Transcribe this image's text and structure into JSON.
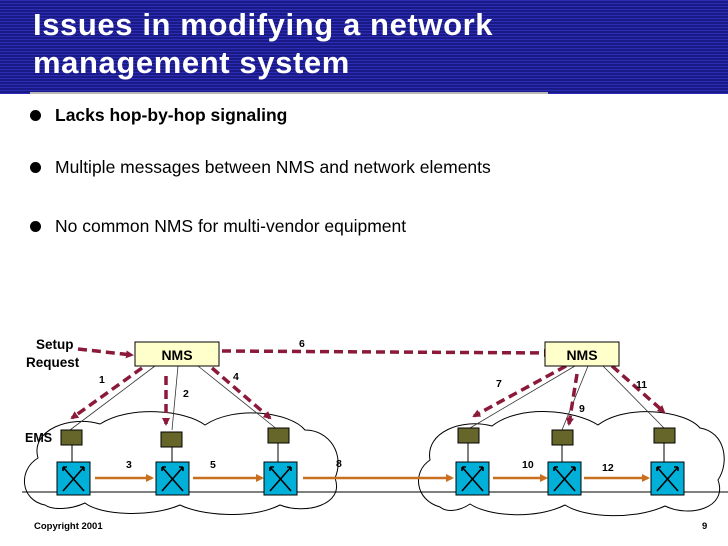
{
  "slide": {
    "title": "Issues in modifying a network\nmanagement system",
    "bullets": [
      {
        "text": "Lacks hop-by-hop signaling",
        "bold": true
      },
      {
        "text": "Multiple messages between NMS and network elements",
        "bold": false
      },
      {
        "text": "No common NMS for multi-vendor equipment",
        "bold": false
      }
    ],
    "footer": {
      "copyright": "Copyright 2001",
      "page_number": "9"
    }
  },
  "diagram": {
    "setup_request_line1": "Setup",
    "setup_request_line2": "Request",
    "nms_left_label": "NMS",
    "nms_right_label": "NMS",
    "ems_label": "EMS",
    "step_labels": {
      "s1": "1",
      "s2": "2",
      "s3": "3",
      "s4": "4",
      "s5": "5",
      "s6": "6",
      "s7": "7",
      "s8": "8",
      "s9": "9",
      "s10": "10",
      "s11": "11",
      "s12": "12"
    }
  },
  "colors": {
    "title_background": "#1a1a86",
    "title_stripe": "#2a2ab0",
    "nms_box": "#ffffcc",
    "ems_box": "#66662a",
    "switch_box": "#00b0d8",
    "signal_arrow": "#8b1a3a",
    "data_link": "#c87020"
  }
}
